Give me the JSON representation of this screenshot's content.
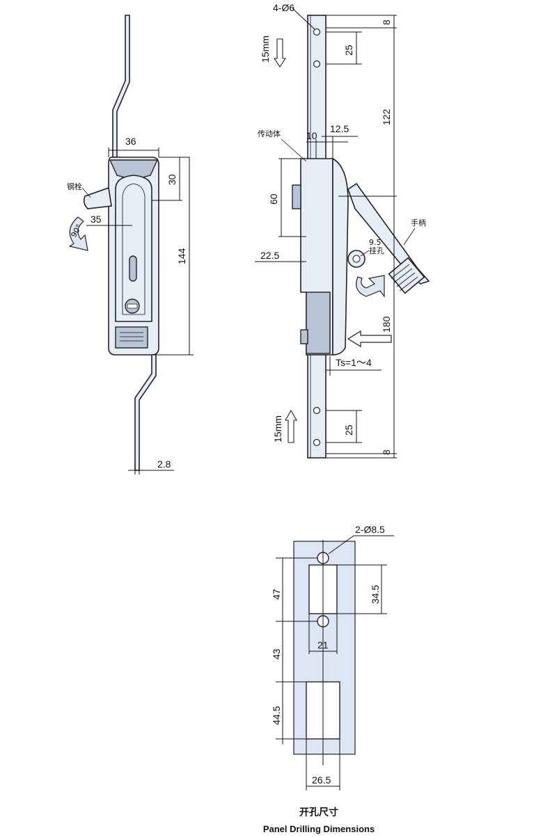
{
  "front_view": {
    "dims": {
      "width_36": "36",
      "top_30": "30",
      "height_144": "144",
      "bolt_35": "35",
      "thickness_2_8": "2.8",
      "rotation_90": "90°"
    },
    "labels": {
      "steel_bolt": "钢栓"
    }
  },
  "side_view": {
    "dims": {
      "holes": "4-Ø6",
      "top_8": "8",
      "pitch_25_top": "25",
      "rod_122": "122",
      "width_10": "10",
      "offset_12_5": "12.5",
      "body_60": "60",
      "offset_22_5": "22.5",
      "hole_9_5": "9.5",
      "rod_180": "180",
      "ts": "Ts=1～4",
      "pitch_25_bottom": "25",
      "bottom_8": "8",
      "travel_top": "15mm",
      "travel_bottom": "15mm"
    },
    "labels": {
      "transmission_body": "传动体",
      "handle": "手柄",
      "padlock_hole": "挂孔"
    }
  },
  "panel_drilling": {
    "dims": {
      "holes": "2-Ø8.5",
      "d47": "47",
      "d34_5": "34.5",
      "d21": "21",
      "d43": "43",
      "d44_5": "44.5",
      "d26_5": "26.5"
    },
    "caption_cn": "开孔尺寸",
    "caption_en": "Panel Drilling Dimensions"
  },
  "colors": {
    "metal": "#e6edf7",
    "metal_dark": "#b9c5d6",
    "panel": "#dde6f4",
    "line": "#111111"
  }
}
